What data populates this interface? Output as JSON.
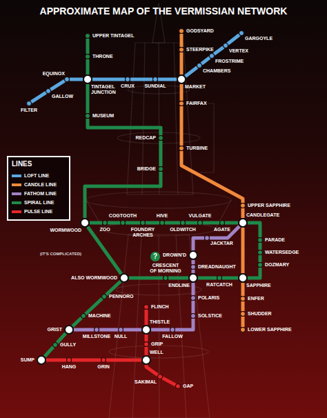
{
  "diagram": {
    "title": "APPROXIMATE MAP OF THE VERMISSIAN NETWORK",
    "nodes": [
      {
        "text": [
          "UPPER TINTAGEL"
        ]
      },
      {
        "text": [
          "THRONE"
        ]
      },
      {
        "text": [
          "TINTAGEL JUNCTION"
        ]
      },
      {
        "text": [
          "MUSEUM"
        ]
      },
      {
        "text": [
          "REDCAP"
        ]
      },
      {
        "text": [
          "BRIDGE"
        ]
      },
      {
        "text": [
          "WORMWOOD"
        ]
      },
      {
        "text": [
          "COGTOOTH"
        ]
      },
      {
        "text": [
          "ZOO"
        ]
      },
      {
        "text": [
          "FOUNDRY ARCHES"
        ]
      },
      {
        "text": [
          "HIVE"
        ]
      },
      {
        "text": [
          "OLDWITCH"
        ]
      },
      {
        "text": [
          "VULGATE"
        ]
      },
      {
        "text": [
          "AGATE"
        ]
      },
      {
        "text": [
          "CANDLEGATE"
        ]
      },
      {
        "text": [
          "PARADE"
        ]
      },
      {
        "text": [
          "WATERSEDGE"
        ]
      },
      {
        "text": [
          "DOZMARY"
        ]
      },
      {
        "text": [
          "SAPPHIRE"
        ]
      },
      {
        "text": [
          "RATCATCH"
        ]
      },
      {
        "text": [
          "ENDLINE"
        ]
      },
      {
        "text": [
          "CRESCENT OF MORNING"
        ]
      },
      {
        "text": [
          "ALSO WORMWOOD"
        ]
      },
      {
        "text": [
          "PENNORO"
        ]
      },
      {
        "text": [
          "MACHINE"
        ]
      },
      {
        "text": [
          "GRIST"
        ]
      },
      {
        "text": [
          "GULLY"
        ]
      },
      {
        "text": [
          "SUMP"
        ]
      },
      {
        "text": [
          "FILTER"
        ]
      },
      {
        "text": [
          "GALLOW"
        ]
      },
      {
        "text": [
          "EQUINOX"
        ]
      },
      {
        "text": [
          "CRUX"
        ]
      },
      {
        "text": [
          "SUNDIAL"
        ]
      },
      {
        "text": [
          "MARKET"
        ]
      },
      {
        "text": [
          "CHAMBERS"
        ]
      },
      {
        "text": [
          "FROSTRIME"
        ]
      },
      {
        "text": [
          "VERTEX"
        ]
      },
      {
        "text": [
          "GARGOYLE"
        ]
      },
      {
        "text": [
          "GODSYARD"
        ]
      },
      {
        "text": [
          "STEERPIKE"
        ]
      },
      {
        "text": [
          "FAIRFAX"
        ]
      },
      {
        "text": [
          "TURBINE"
        ]
      },
      {
        "text": [
          "UPPER SAPPHIRE"
        ]
      },
      {
        "text": [
          "JACKTAR"
        ]
      },
      {
        "text": [
          "DROWN'D"
        ]
      },
      {
        "text": [
          "DREADNAUGHT"
        ]
      },
      {
        "text": [
          "POLARIS"
        ]
      },
      {
        "text": [
          "SOLSTICE"
        ]
      },
      {
        "text": [
          "FALLOW"
        ]
      },
      {
        "text": [
          "THISTLE"
        ]
      },
      {
        "text": [
          "NULL"
        ]
      },
      {
        "text": [
          "MILLSTONE"
        ]
      },
      {
        "text": [
          "ENFER"
        ]
      },
      {
        "text": [
          "SHUDDER"
        ]
      },
      {
        "text": [
          "LOWER SAPPHIRE"
        ]
      },
      {
        "text": [
          "FLINCH"
        ]
      },
      {
        "text": [
          "GRIP"
        ]
      },
      {
        "text": [
          "WELL"
        ]
      },
      {
        "text": [
          "HANG"
        ]
      },
      {
        "text": [
          "GRIN"
        ]
      },
      {
        "text": [
          "SAKIMAL"
        ]
      },
      {
        "text": [
          "GAP"
        ]
      }
    ],
    "edges": [
      {
        "from": 0,
        "to": 1,
        "arrow": "none"
      },
      {
        "from": 1,
        "to": 2,
        "arrow": "none"
      },
      {
        "from": 2,
        "to": 3,
        "arrow": "none"
      },
      {
        "from": 3,
        "to": 4,
        "arrow": "none"
      },
      {
        "from": 4,
        "to": 5,
        "arrow": "none"
      },
      {
        "from": 5,
        "to": 6,
        "arrow": "none"
      },
      {
        "from": 6,
        "to": 8,
        "arrow": "none"
      },
      {
        "from": 8,
        "to": 7,
        "arrow": "none"
      },
      {
        "from": 7,
        "to": 9,
        "arrow": "none"
      },
      {
        "from": 9,
        "to": 10,
        "arrow": "none"
      },
      {
        "from": 10,
        "to": 11,
        "arrow": "none"
      },
      {
        "from": 11,
        "to": 12,
        "arrow": "none"
      },
      {
        "from": 12,
        "to": 13,
        "arrow": "none"
      },
      {
        "from": 13,
        "to": 14,
        "arrow": "none"
      },
      {
        "from": 14,
        "to": 15,
        "arrow": "none"
      },
      {
        "from": 15,
        "to": 16,
        "arrow": "none"
      },
      {
        "from": 16,
        "to": 17,
        "arrow": "none"
      },
      {
        "from": 17,
        "to": 18,
        "arrow": "none"
      },
      {
        "from": 18,
        "to": 19,
        "arrow": "none"
      },
      {
        "from": 19,
        "to": 20,
        "arrow": "none"
      },
      {
        "from": 20,
        "to": 21,
        "arrow": "none"
      },
      {
        "from": 21,
        "to": 22,
        "arrow": "none"
      },
      {
        "from": 22,
        "to": 23,
        "arrow": "none"
      },
      {
        "from": 23,
        "to": 24,
        "arrow": "none"
      },
      {
        "from": 24,
        "to": 25,
        "arrow": "none"
      },
      {
        "from": 25,
        "to": 26,
        "arrow": "none"
      },
      {
        "from": 26,
        "to": 27,
        "arrow": "none"
      },
      {
        "from": 6,
        "to": 22,
        "arrow": "none"
      },
      {
        "from": 28,
        "to": 29,
        "arrow": "none"
      },
      {
        "from": 29,
        "to": 30,
        "arrow": "none"
      },
      {
        "from": 30,
        "to": 2,
        "arrow": "none"
      },
      {
        "from": 2,
        "to": 31,
        "arrow": "none"
      },
      {
        "from": 31,
        "to": 32,
        "arrow": "none"
      },
      {
        "from": 32,
        "to": 33,
        "arrow": "none"
      },
      {
        "from": 33,
        "to": 34,
        "arrow": "none"
      },
      {
        "from": 34,
        "to": 35,
        "arrow": "none"
      },
      {
        "from": 35,
        "to": 36,
        "arrow": "none"
      },
      {
        "from": 36,
        "to": 37,
        "arrow": "none"
      },
      {
        "from": 38,
        "to": 39,
        "arrow": "none"
      },
      {
        "from": 39,
        "to": 33,
        "arrow": "none"
      },
      {
        "from": 33,
        "to": 40,
        "arrow": "none"
      },
      {
        "from": 40,
        "to": 41,
        "arrow": "none"
      },
      {
        "from": 41,
        "to": 42,
        "arrow": "none"
      },
      {
        "from": 42,
        "to": 14,
        "arrow": "none"
      },
      {
        "from": 14,
        "to": 18,
        "arrow": "none"
      },
      {
        "from": 18,
        "to": 52,
        "arrow": "none"
      },
      {
        "from": 52,
        "to": 53,
        "arrow": "none"
      },
      {
        "from": 53,
        "to": 54,
        "arrow": "none"
      },
      {
        "from": 14,
        "to": 43,
        "arrow": "none"
      },
      {
        "from": 43,
        "to": 44,
        "arrow": "none"
      },
      {
        "from": 44,
        "to": 45,
        "arrow": "none"
      },
      {
        "from": 45,
        "to": 20,
        "arrow": "none"
      },
      {
        "from": 20,
        "to": 46,
        "arrow": "none"
      },
      {
        "from": 46,
        "to": 47,
        "arrow": "none"
      },
      {
        "from": 47,
        "to": 48,
        "arrow": "none"
      },
      {
        "from": 48,
        "to": 49,
        "arrow": "none"
      },
      {
        "from": 49,
        "to": 50,
        "arrow": "none"
      },
      {
        "from": 50,
        "to": 51,
        "arrow": "none"
      },
      {
        "from": 51,
        "to": 25,
        "arrow": "none"
      },
      {
        "from": 55,
        "to": 49,
        "arrow": "none"
      },
      {
        "from": 49,
        "to": 56,
        "arrow": "none"
      },
      {
        "from": 56,
        "to": 57,
        "arrow": "none"
      },
      {
        "from": 27,
        "to": 58,
        "arrow": "none"
      },
      {
        "from": 58,
        "to": 59,
        "arrow": "none"
      },
      {
        "from": 59,
        "to": 57,
        "arrow": "none"
      },
      {
        "from": 57,
        "to": 60,
        "arrow": "none"
      },
      {
        "from": 60,
        "to": 61,
        "arrow": "none"
      }
    ],
    "labels": [
      "LINES",
      "(IT'S COMPLICATED)",
      "?"
    ],
    "legend": [
      {
        "text": "LOFT LINE",
        "color": "#5aa8e0"
      },
      {
        "text": "CANDLE LINE",
        "color": "#f08a3c"
      },
      {
        "text": "FATHOM LINE",
        "color": "#a083c4"
      },
      {
        "text": "SPIRAL LINE",
        "color": "#1e8a4a"
      },
      {
        "text": "PULSE LINE",
        "color": "#e5262a"
      }
    ]
  }
}
